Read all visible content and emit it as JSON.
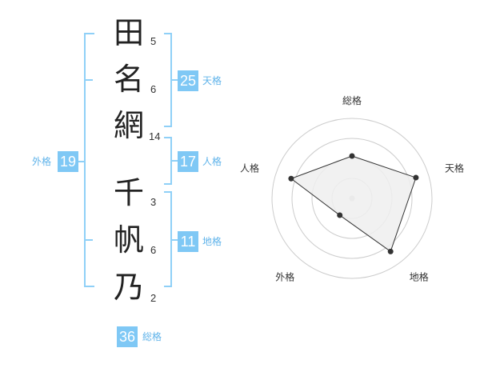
{
  "name_chars": [
    {
      "char": "田",
      "strokes": "5"
    },
    {
      "char": "名",
      "strokes": "6"
    },
    {
      "char": "網",
      "strokes": "14"
    },
    {
      "char": "千",
      "strokes": "3"
    },
    {
      "char": "帆",
      "strokes": "6"
    },
    {
      "char": "乃",
      "strokes": "2"
    }
  ],
  "fortunes": {
    "tenkaku": {
      "value": "25",
      "label": "天格"
    },
    "jinkaku": {
      "value": "17",
      "label": "人格"
    },
    "chikaku": {
      "value": "11",
      "label": "地格"
    },
    "gaikaku": {
      "value": "19",
      "label": "外格"
    },
    "soukaku": {
      "value": "36",
      "label": "総格"
    }
  },
  "colors": {
    "accent": "#7fc8f5",
    "bracket": "#8fd0f7",
    "ring": "#cccccc",
    "fill": "#eeeeee"
  },
  "chart_data": {
    "type": "radar",
    "axes": [
      "総格",
      "天格",
      "地格",
      "外格",
      "人格"
    ],
    "values": [
      0.53,
      0.84,
      0.82,
      0.26,
      0.8
    ],
    "scale": [
      0,
      1
    ],
    "rings": 4
  }
}
